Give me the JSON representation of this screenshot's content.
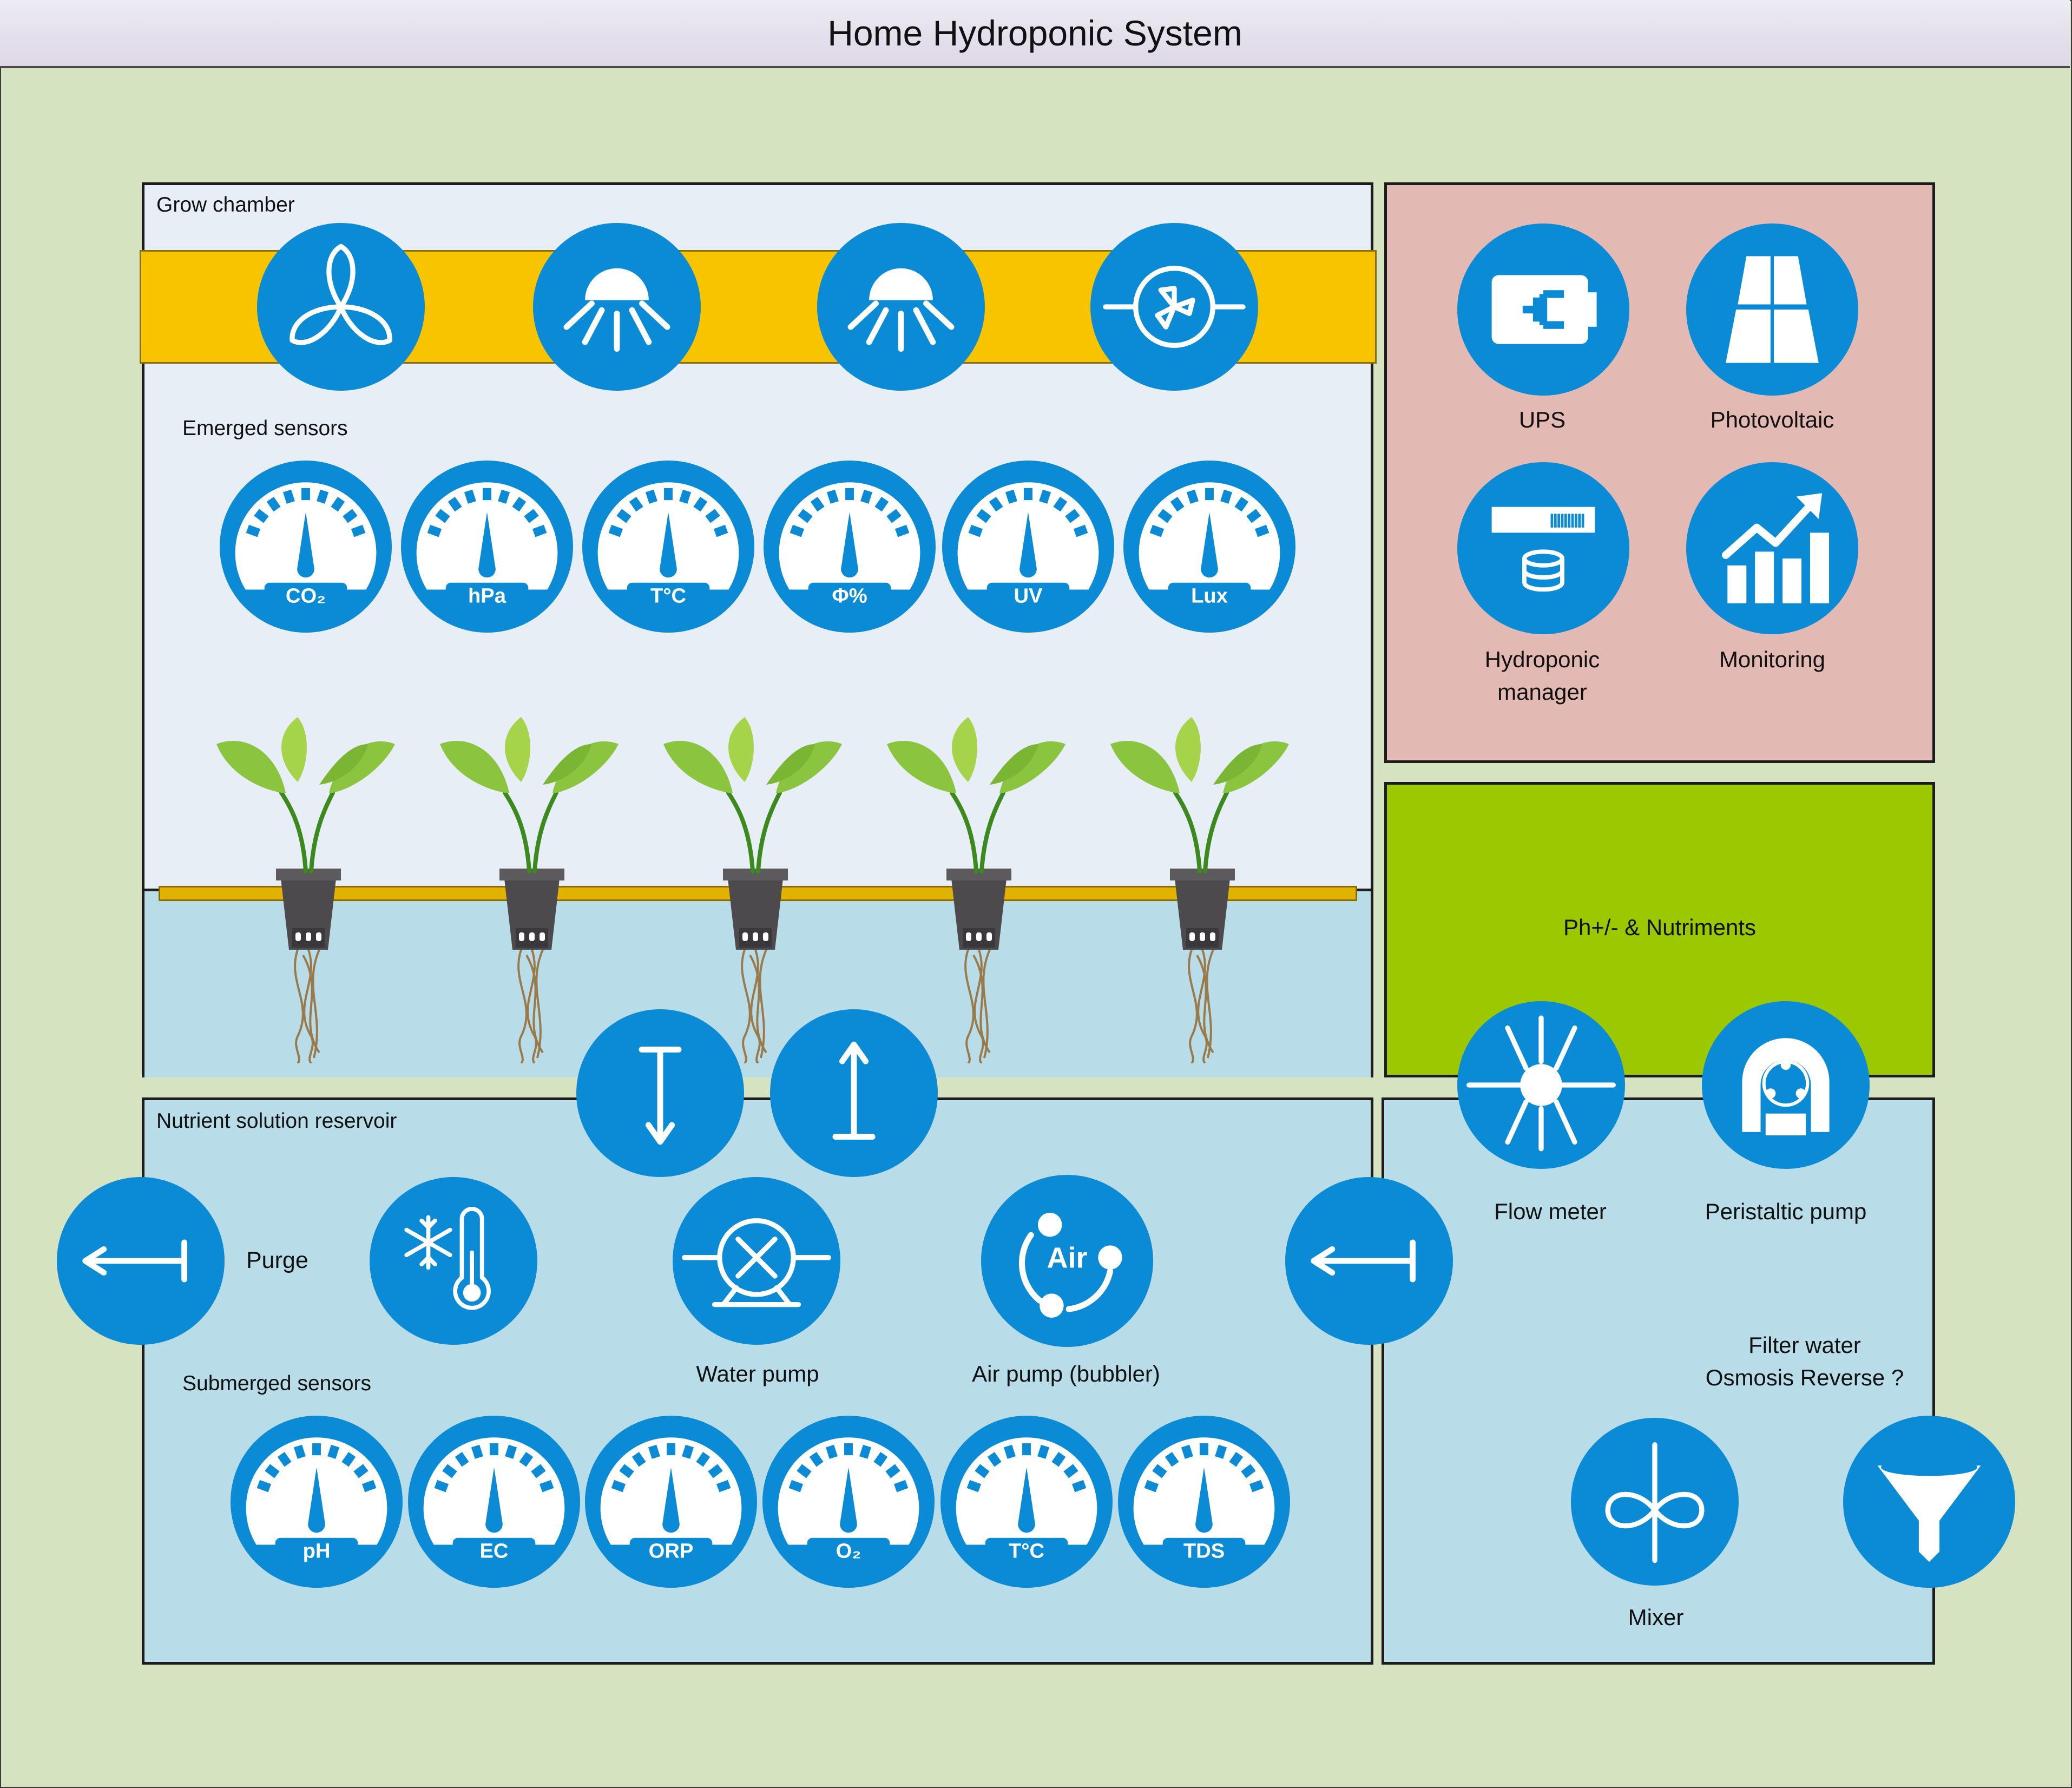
{
  "title": "Home Hydroponic System",
  "colors": {
    "background": "#d6e3c0",
    "icon_blue": "#0b8ad6",
    "grow_chamber": "#e8eef6",
    "reservoir": "#b8dce8",
    "light_bar": "#f8c400",
    "power_panel": "#e3b9b4",
    "nutrient_panel": "#9bc800"
  },
  "grow_chamber": {
    "label": "Grow chamber",
    "emerged_label": "Emerged sensors",
    "top_icons": [
      "fan-icon",
      "grow-light-icon",
      "grow-light-icon",
      "air-extractor-icon"
    ],
    "emerged_sensors": [
      "CO₂",
      "hPa",
      "T°C",
      "Φ%",
      "UV",
      "Lux"
    ],
    "plant_count": 5
  },
  "reservoir": {
    "label": "Nutrient solution reservoir",
    "purge_label": "Purge",
    "water_pump_label": "Water pump",
    "air_pump_label": "Air pump (bubbler)",
    "air_icon_text": "Air",
    "submerged_label": "Submerged sensors",
    "submerged_sensors": [
      "pH",
      "EC",
      "ORP",
      "O₂",
      "T°C",
      "TDS"
    ]
  },
  "power_panel": {
    "ups_label": "UPS",
    "pv_label": "Photovoltaic",
    "manager_label_1": "Hydroponic",
    "manager_label_2": "manager",
    "monitoring_label": "Monitoring"
  },
  "nutrient_panel": {
    "label": "Ph+/- & Nutriments"
  },
  "treatment_panel": {
    "flow_meter_label": "Flow meter",
    "peristaltic_label": "Peristaltic pump",
    "filter_label_1": "Filter water",
    "filter_label_2": "Osmosis Reverse ?",
    "mixer_label": "Mixer"
  }
}
